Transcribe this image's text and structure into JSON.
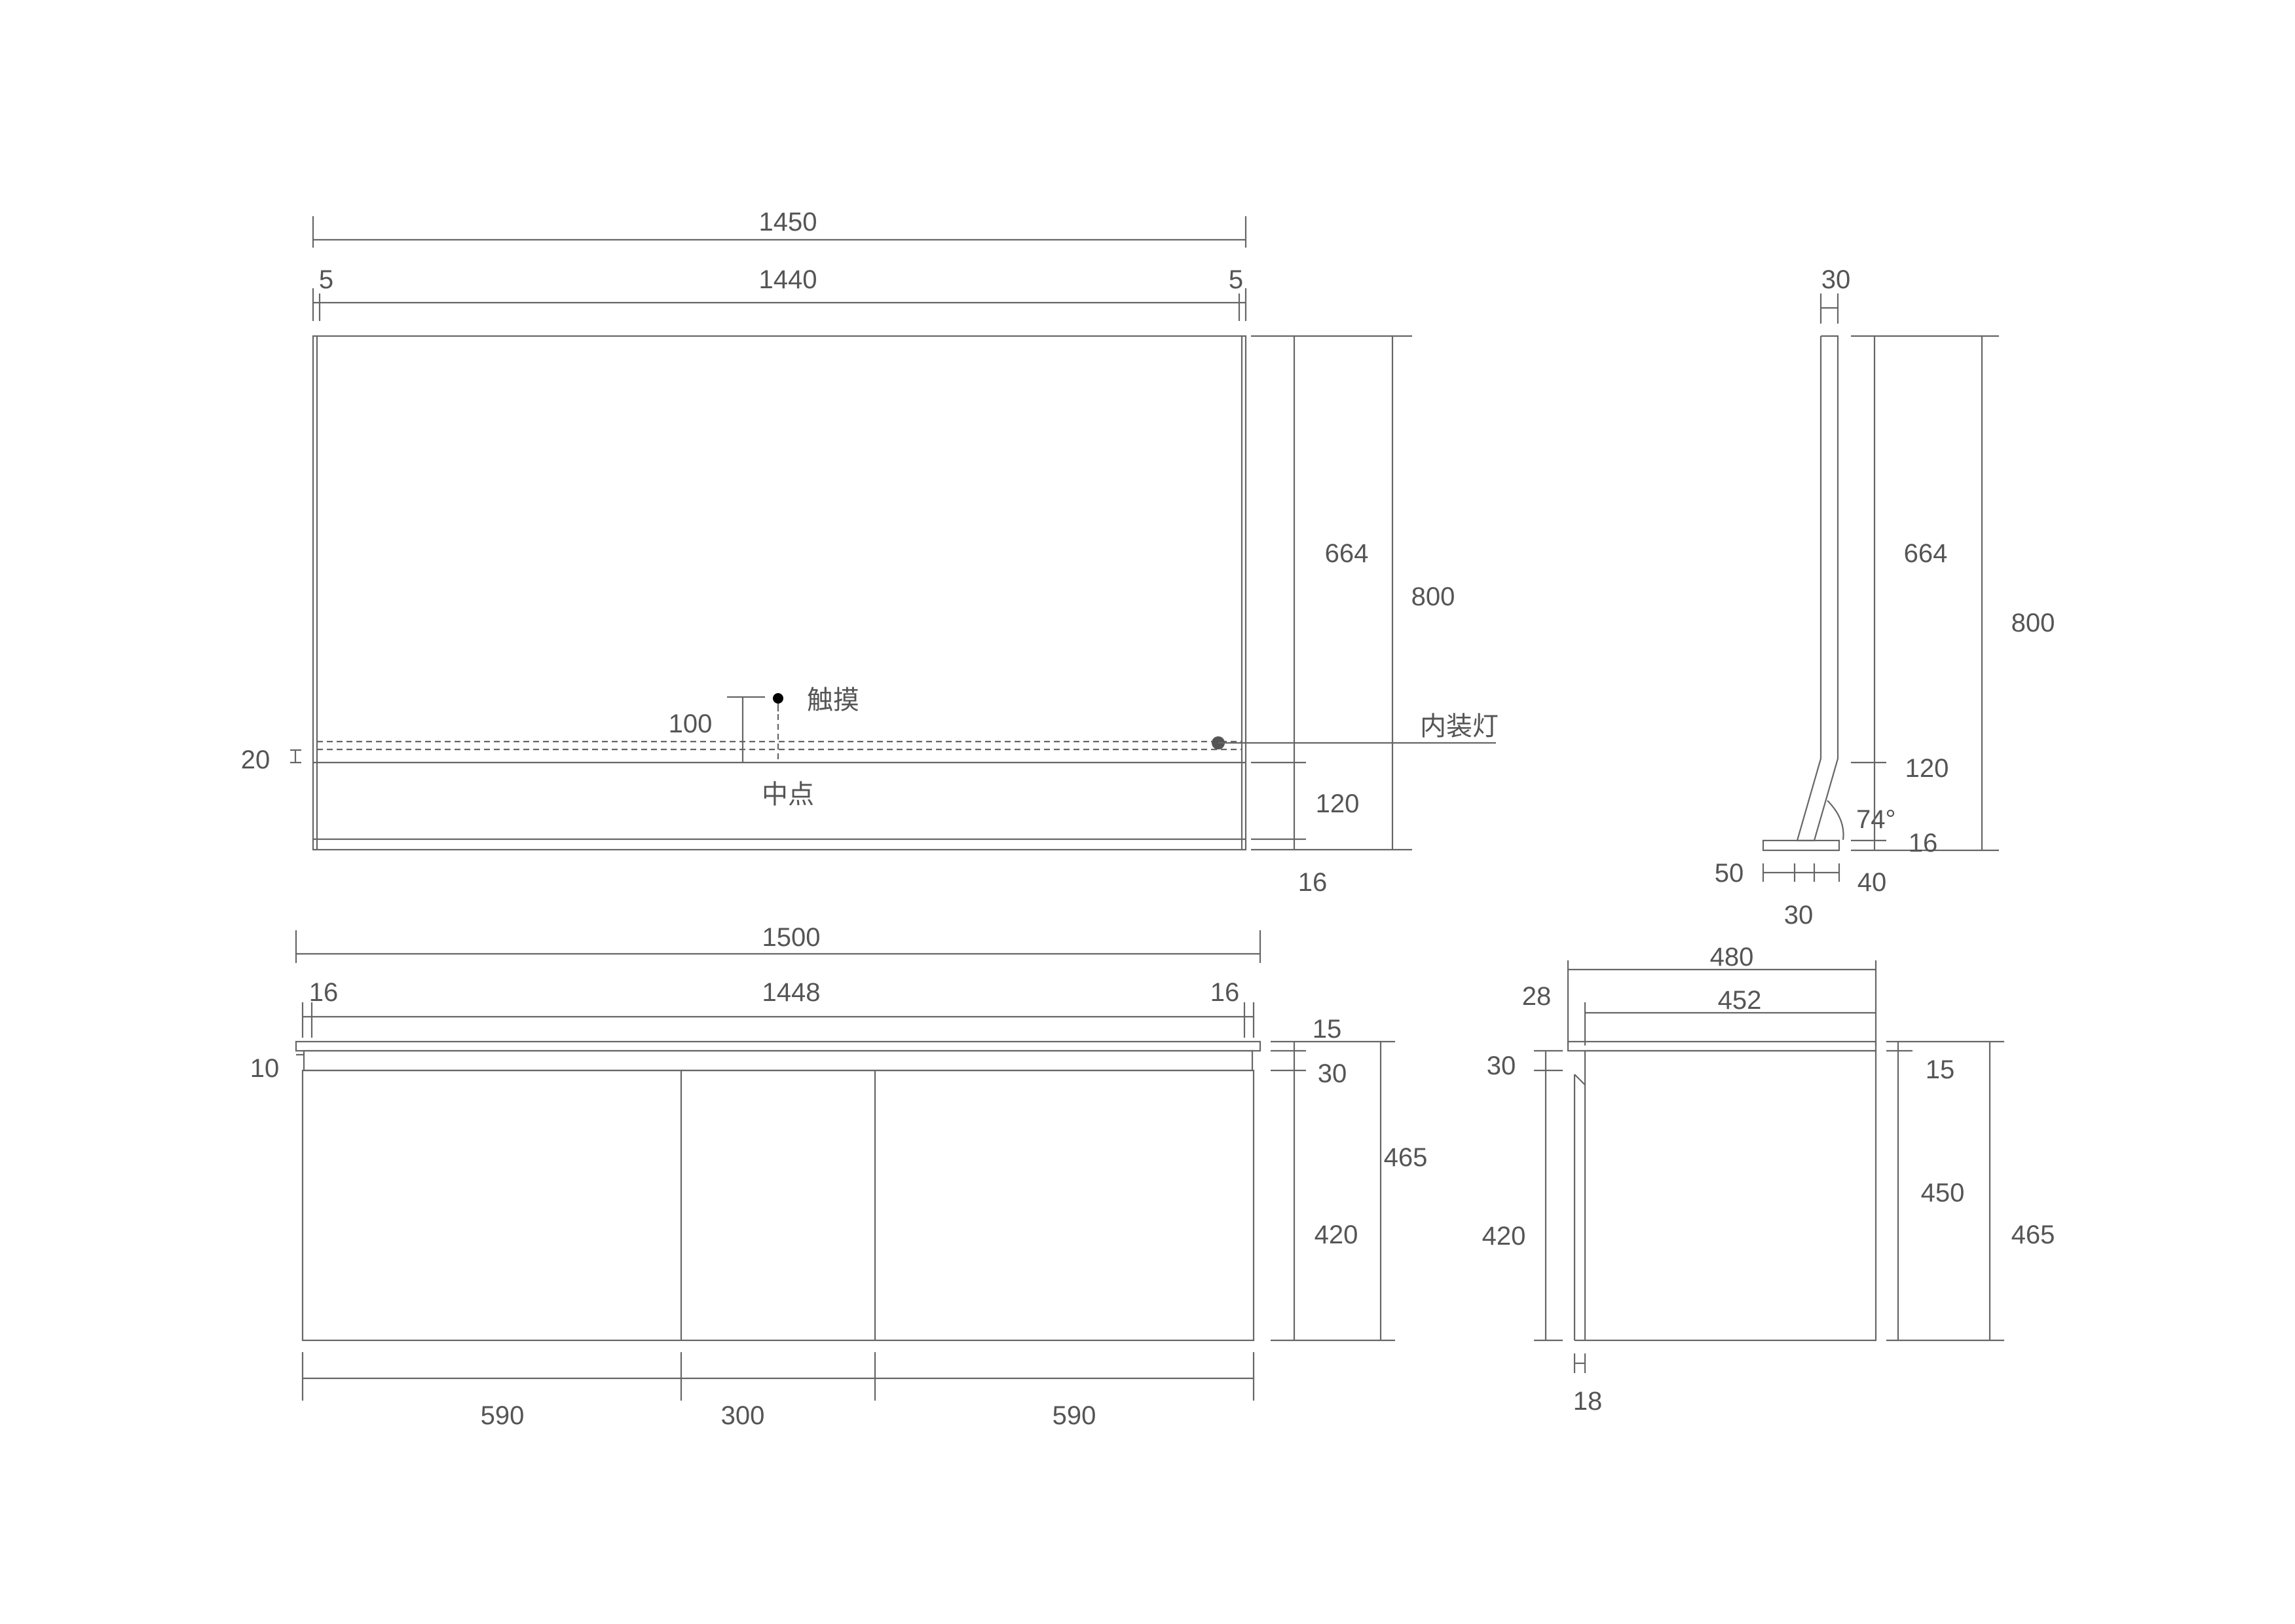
{
  "front_mirror": {
    "overall_width": "1450",
    "inner_width": "1440",
    "left_edge": "5",
    "right_edge": "5",
    "height_upper": "664",
    "height_total": "800",
    "height_lower": "120",
    "bottom_thickness": "16",
    "light_strip": "20",
    "touch_height": "100",
    "touch_label": "触摸",
    "light_label": "内装灯",
    "midpoint_label": "中点"
  },
  "side_mirror": {
    "thickness": "30",
    "height_upper": "664",
    "height_total": "800",
    "height_lower": "120",
    "angle": "74°",
    "base_thickness": "16",
    "base_left": "50",
    "base_mid": "30",
    "base_right": "40"
  },
  "front_cabinet": {
    "overall_width": "1500",
    "inner_width": "1448",
    "left_gap": "16",
    "right_gap": "16",
    "top_thickness": "15",
    "left_offset": "10",
    "drawer_height": "30",
    "body_height": "420",
    "total_height": "465",
    "left_door": "590",
    "mid_door": "300",
    "right_door": "590"
  },
  "side_cabinet": {
    "overall_depth": "480",
    "inner_depth": "452",
    "front_offset": "28",
    "top_gap": "30",
    "body_height": "420",
    "top_thickness": "15",
    "inner_height": "450",
    "total_height": "465",
    "door_thickness": "18"
  }
}
